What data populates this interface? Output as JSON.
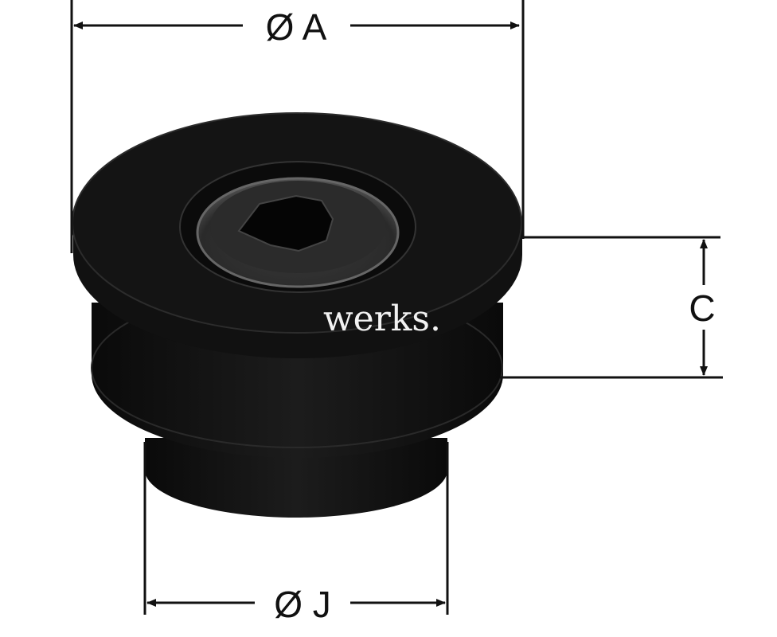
{
  "diagram": {
    "dimensions": {
      "outer_diameter": "Ø A",
      "height": "C",
      "pilot_diameter": "Ø J"
    },
    "watermark": "werks."
  },
  "colors": {
    "part": "#151515",
    "dimension_lines": "#111111",
    "background": "#ffffff"
  }
}
